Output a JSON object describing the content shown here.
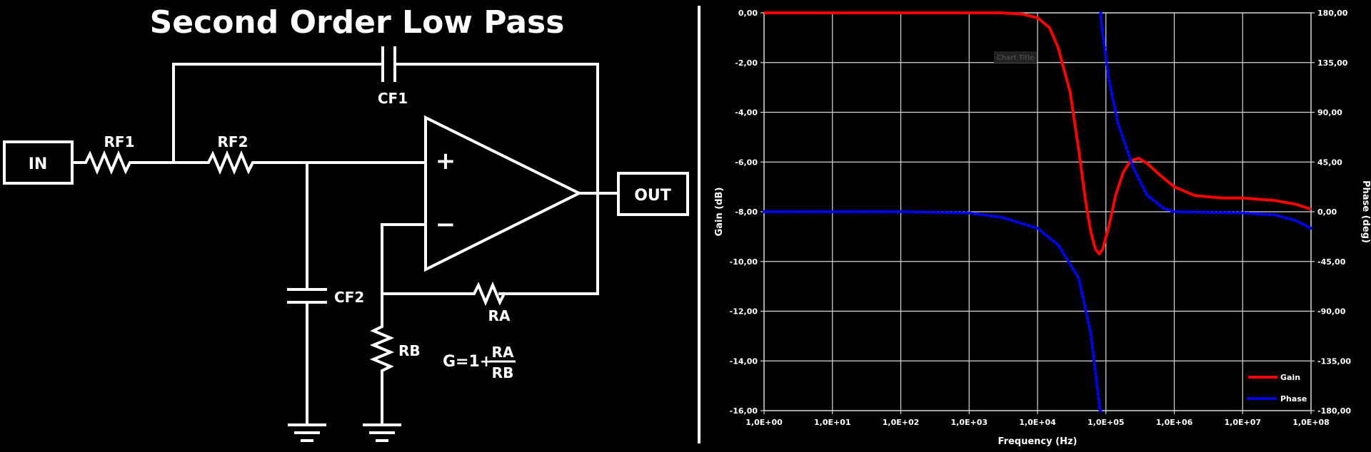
{
  "schematic": {
    "title": "Second Order Low Pass",
    "in_label": "IN",
    "out_label": "OUT",
    "rf1": "RF1",
    "rf2": "RF2",
    "cf1": "CF1",
    "cf2": "CF2",
    "ra": "RA",
    "rb": "RB",
    "plus": "+",
    "minus": "−",
    "formula_prefix": "G=1+",
    "formula_num": "RA",
    "formula_den": "RB"
  },
  "chart_data": {
    "type": "line",
    "title": "",
    "watermark": "Chart Title",
    "xlabel": "Frequency (Hz)",
    "ylabel": "Gain (dB)",
    "y2label": "Phase (deg)",
    "xscale": "log",
    "xlim": [
      1,
      100000000
    ],
    "ylim": [
      -16,
      0
    ],
    "y2lim": [
      -180,
      180
    ],
    "grid": true,
    "legend_position": "bottom-right",
    "x_ticks": [
      "1,0E+00",
      "1,0E+01",
      "1,0E+02",
      "1,0E+03",
      "1,0E+04",
      "1,0E+05",
      "1,0E+06",
      "1,0E+07",
      "1,0E+08"
    ],
    "y_ticks": [
      "0,00",
      "-2,00",
      "-4,00",
      "-6,00",
      "-8,00",
      "-10,00",
      "-12,00",
      "-14,00",
      "-16,00"
    ],
    "y2_ticks": [
      "180,00",
      "135,00",
      "90,00",
      "45,00",
      "0,00",
      "-45,00",
      "-90,00",
      "-135,00",
      "-180,00"
    ],
    "series": [
      {
        "name": "Gain",
        "color": "#ff0000",
        "axis": "left",
        "style": "solid",
        "points": [
          [
            1,
            0
          ],
          [
            10,
            0
          ],
          [
            100,
            0
          ],
          [
            1000,
            0
          ],
          [
            3000,
            0
          ],
          [
            6000,
            -0.05
          ],
          [
            10000,
            -0.2
          ],
          [
            15000,
            -0.6
          ],
          [
            20000,
            -1.4
          ],
          [
            30000,
            -3.2
          ],
          [
            40000,
            -5.5
          ],
          [
            50000,
            -7.5
          ],
          [
            60000,
            -8.8
          ],
          [
            70000,
            -9.5
          ],
          [
            80000,
            -9.7
          ],
          [
            90000,
            -9.5
          ],
          [
            110000,
            -8.6
          ],
          [
            140000,
            -7.3
          ],
          [
            180000,
            -6.4
          ],
          [
            230000,
            -5.95
          ],
          [
            300000,
            -5.85
          ],
          [
            400000,
            -6.05
          ],
          [
            600000,
            -6.5
          ],
          [
            1000000,
            -7.0
          ],
          [
            2000000,
            -7.35
          ],
          [
            5000000,
            -7.45
          ],
          [
            10000000,
            -7.45
          ],
          [
            30000000,
            -7.55
          ],
          [
            60000000,
            -7.7
          ],
          [
            100000000,
            -7.9
          ]
        ]
      },
      {
        "name": "Phase",
        "color": "#0000ff",
        "axis": "right",
        "style": "dotted",
        "points": [
          [
            1,
            0
          ],
          [
            100,
            0
          ],
          [
            1000,
            -1
          ],
          [
            3000,
            -5
          ],
          [
            10000,
            -15
          ],
          [
            20000,
            -30
          ],
          [
            40000,
            -60
          ],
          [
            60000,
            -110
          ],
          [
            75000,
            -160
          ],
          [
            82000,
            -180
          ],
          [
            84000,
            180
          ],
          [
            86000,
            170
          ],
          [
            95000,
            150
          ],
          [
            110000,
            120
          ],
          [
            150000,
            80
          ],
          [
            250000,
            40
          ],
          [
            400000,
            15
          ],
          [
            700000,
            3
          ],
          [
            1000000,
            0
          ],
          [
            10000000,
            -1
          ],
          [
            30000000,
            -3
          ],
          [
            60000000,
            -8
          ],
          [
            100000000,
            -15
          ]
        ]
      }
    ]
  }
}
